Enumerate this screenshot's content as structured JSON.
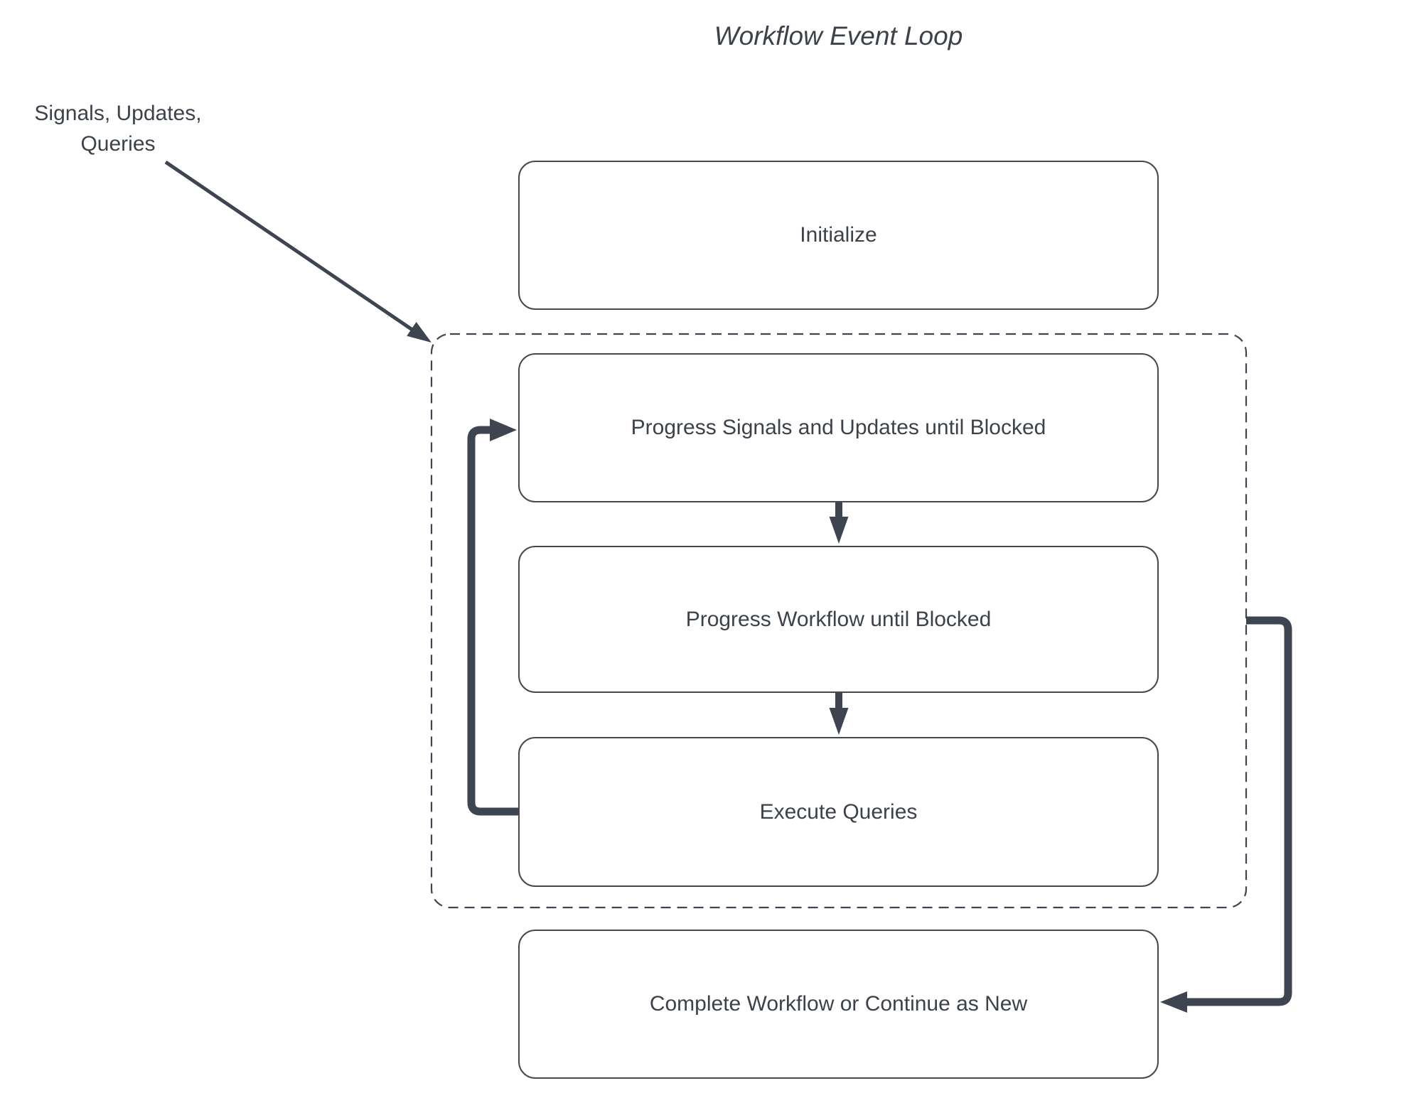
{
  "title": "Workflow Event Loop",
  "annotation": {
    "line1": "Signals, Updates,",
    "line2": "Queries"
  },
  "nodes": [
    {
      "id": "initialize",
      "label": "Initialize"
    },
    {
      "id": "progress-signals",
      "label": "Progress Signals and Updates until Blocked"
    },
    {
      "id": "progress-workflow",
      "label": "Progress Workflow until Blocked"
    },
    {
      "id": "execute-queries",
      "label": "Execute Queries"
    },
    {
      "id": "complete-workflow",
      "label": "Complete Workflow or Continue as New"
    }
  ],
  "colors": {
    "arrow": "#3e4450",
    "box_border": "#45484d",
    "text": "#3d424a",
    "background": "#ffffff"
  }
}
